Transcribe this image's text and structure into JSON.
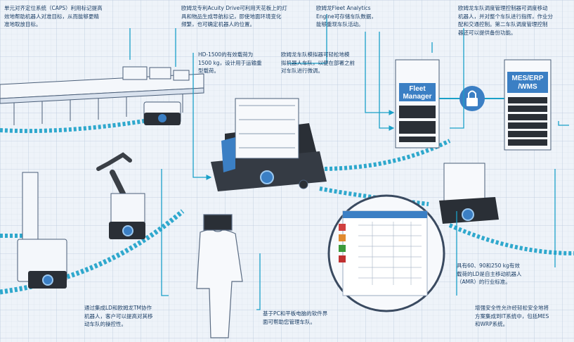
{
  "callouts": {
    "caps": [
      "单元对齐定位系统（CAPS）利用标记提高",
      "效地帮助机器人对准目标，从而能够更精",
      "准地取放目标。"
    ],
    "acuity": [
      "欧姆龙专利Acuity Drive可利用天花板上的灯",
      "具和物品生成导航标记，即使地面环境变化",
      "频繁，也可确定机器人的位置。"
    ],
    "analytics": [
      "欧姆龙Fleet Analytics",
      "Engine可存储车队数据，",
      "能够重现车队活动。"
    ],
    "fleet_controller": [
      "欧姆龙车队调度管理控制器可调度移动",
      "机器人，并对整个车队进行指挥，作业分",
      "配和交通控制。第二车队调度管理控制",
      "器还可以提供备份功能。"
    ],
    "hd1500": [
      "HD-1500的有效载荷为",
      "1500 kg，设计用于运输重",
      "型载荷。"
    ],
    "simulator": [
      "欧姆龙车队模拟器可轻松地模",
      "拟机器人车队，以便在部署之前",
      "对车队进行微调。"
    ],
    "cobot": [
      "通过集成LD和欧姆龙TM协作",
      "机器人，客户可以提高对其移",
      "动车队的操控性。"
    ],
    "software": [
      "基于PC和平板电脑的软件界",
      "面可帮助您管理车队。"
    ],
    "ld_series": [
      "具有60、90和250 kg有效",
      "载荷的LD是自主移动机器人",
      "（AMR）的行业标准。"
    ],
    "security": [
      "增强安全性允许经轻松安全地将",
      "方案集成到IT系统中，包括MES",
      "和WRP系统。"
    ]
  },
  "labels": {
    "fleet_manager": [
      "Fleet",
      "Manager"
    ],
    "mes": [
      "MES/ERP",
      "/WMS"
    ]
  },
  "colors": {
    "grid": "#c9d6e6",
    "grid_bg": "#eef3f9",
    "accent": "#1aa0c8",
    "ink": "#1c3f66",
    "robot_blue": "#3b7fc4",
    "robot_dark": "#2a2f36"
  },
  "icons": [
    "lock-icon",
    "arrow-right-icon",
    "arrow-down-icon"
  ]
}
